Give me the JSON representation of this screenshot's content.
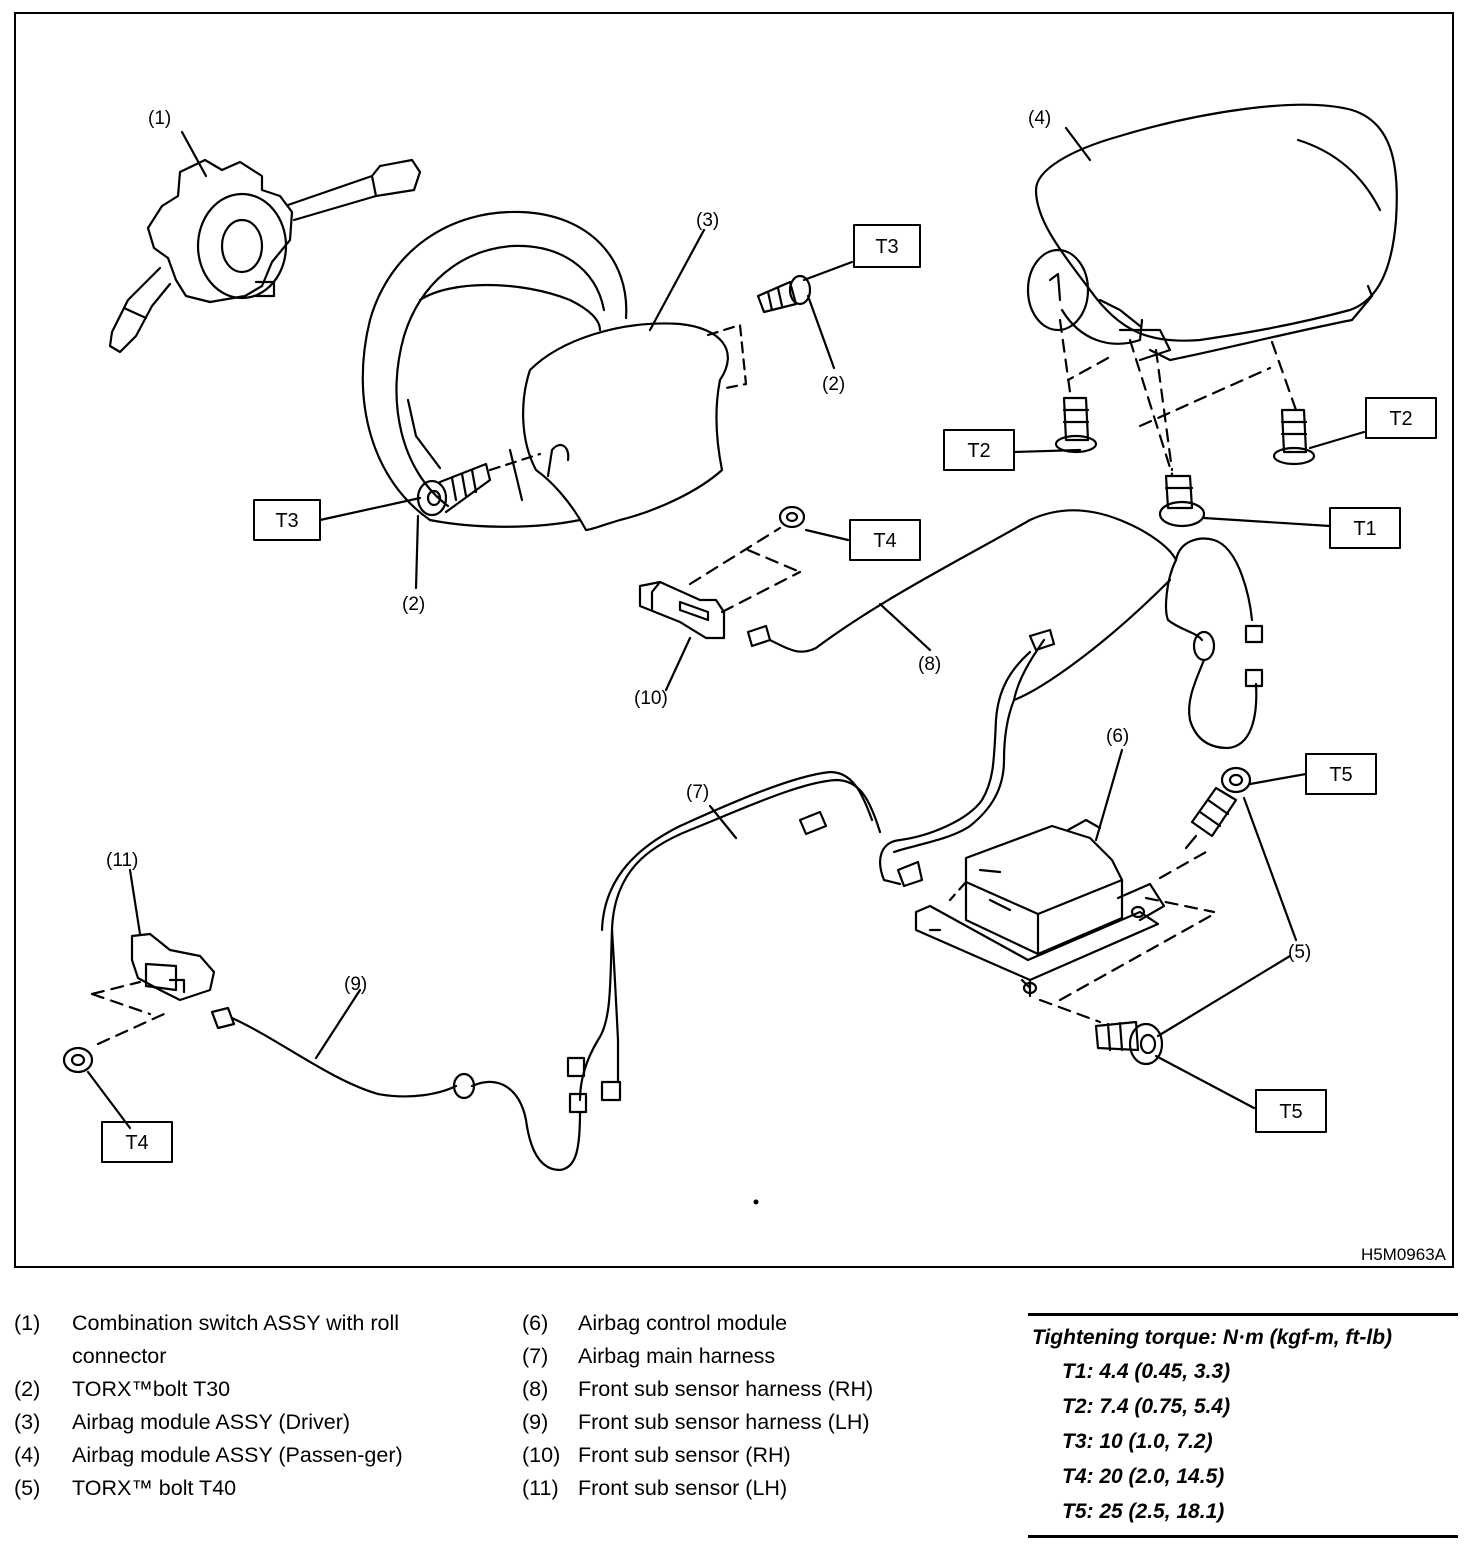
{
  "diagram": {
    "code": "H5M0963A",
    "callouts": {
      "c1": "(1)",
      "c2a": "(2)",
      "c2b": "(2)",
      "c3": "(3)",
      "c4": "(4)",
      "c5": "(5)",
      "c6": "(6)",
      "c7": "(7)",
      "c8": "(8)",
      "c9": "(9)",
      "c10": "(10)",
      "c11": "(11)"
    },
    "torque_boxes": {
      "t3_top": "T3",
      "t3_left": "T3",
      "t2_left": "T2",
      "t2_right": "T2",
      "t1": "T1",
      "t4_mid": "T4",
      "t4_left": "T4",
      "t5_top": "T5",
      "t5_bottom": "T5"
    }
  },
  "legend": {
    "left": [
      {
        "num": "(1)",
        "text": "Combination switch ASSY with roll connector"
      },
      {
        "num": "(2)",
        "text": "TORX™bolt T30"
      },
      {
        "num": "(3)",
        "text": "Airbag module ASSY (Driver)"
      },
      {
        "num": "(4)",
        "text": "Airbag module ASSY (Passen-ger)"
      },
      {
        "num": "(5)",
        "text": "TORX™ bolt T40"
      }
    ],
    "right": [
      {
        "num": "(6)",
        "text": "Airbag control module"
      },
      {
        "num": "(7)",
        "text": "Airbag main harness"
      },
      {
        "num": "(8)",
        "text": "Front sub sensor harness (RH)"
      },
      {
        "num": "(9)",
        "text": "Front sub sensor harness (LH)"
      },
      {
        "num": "(10)",
        "text": "Front sub sensor (RH)"
      },
      {
        "num": "(11)",
        "text": "Front sub sensor (LH)"
      }
    ]
  },
  "torque": {
    "title": "Tightening torque: N·m (kgf-m, ft-lb)",
    "rows": [
      "T1: 4.4 (0.45, 3.3)",
      "T2: 7.4 (0.75, 5.4)",
      "T3: 10 (1.0, 7.2)",
      "T4: 20 (2.0, 14.5)",
      "T5: 25 (2.5, 18.1)"
    ]
  }
}
